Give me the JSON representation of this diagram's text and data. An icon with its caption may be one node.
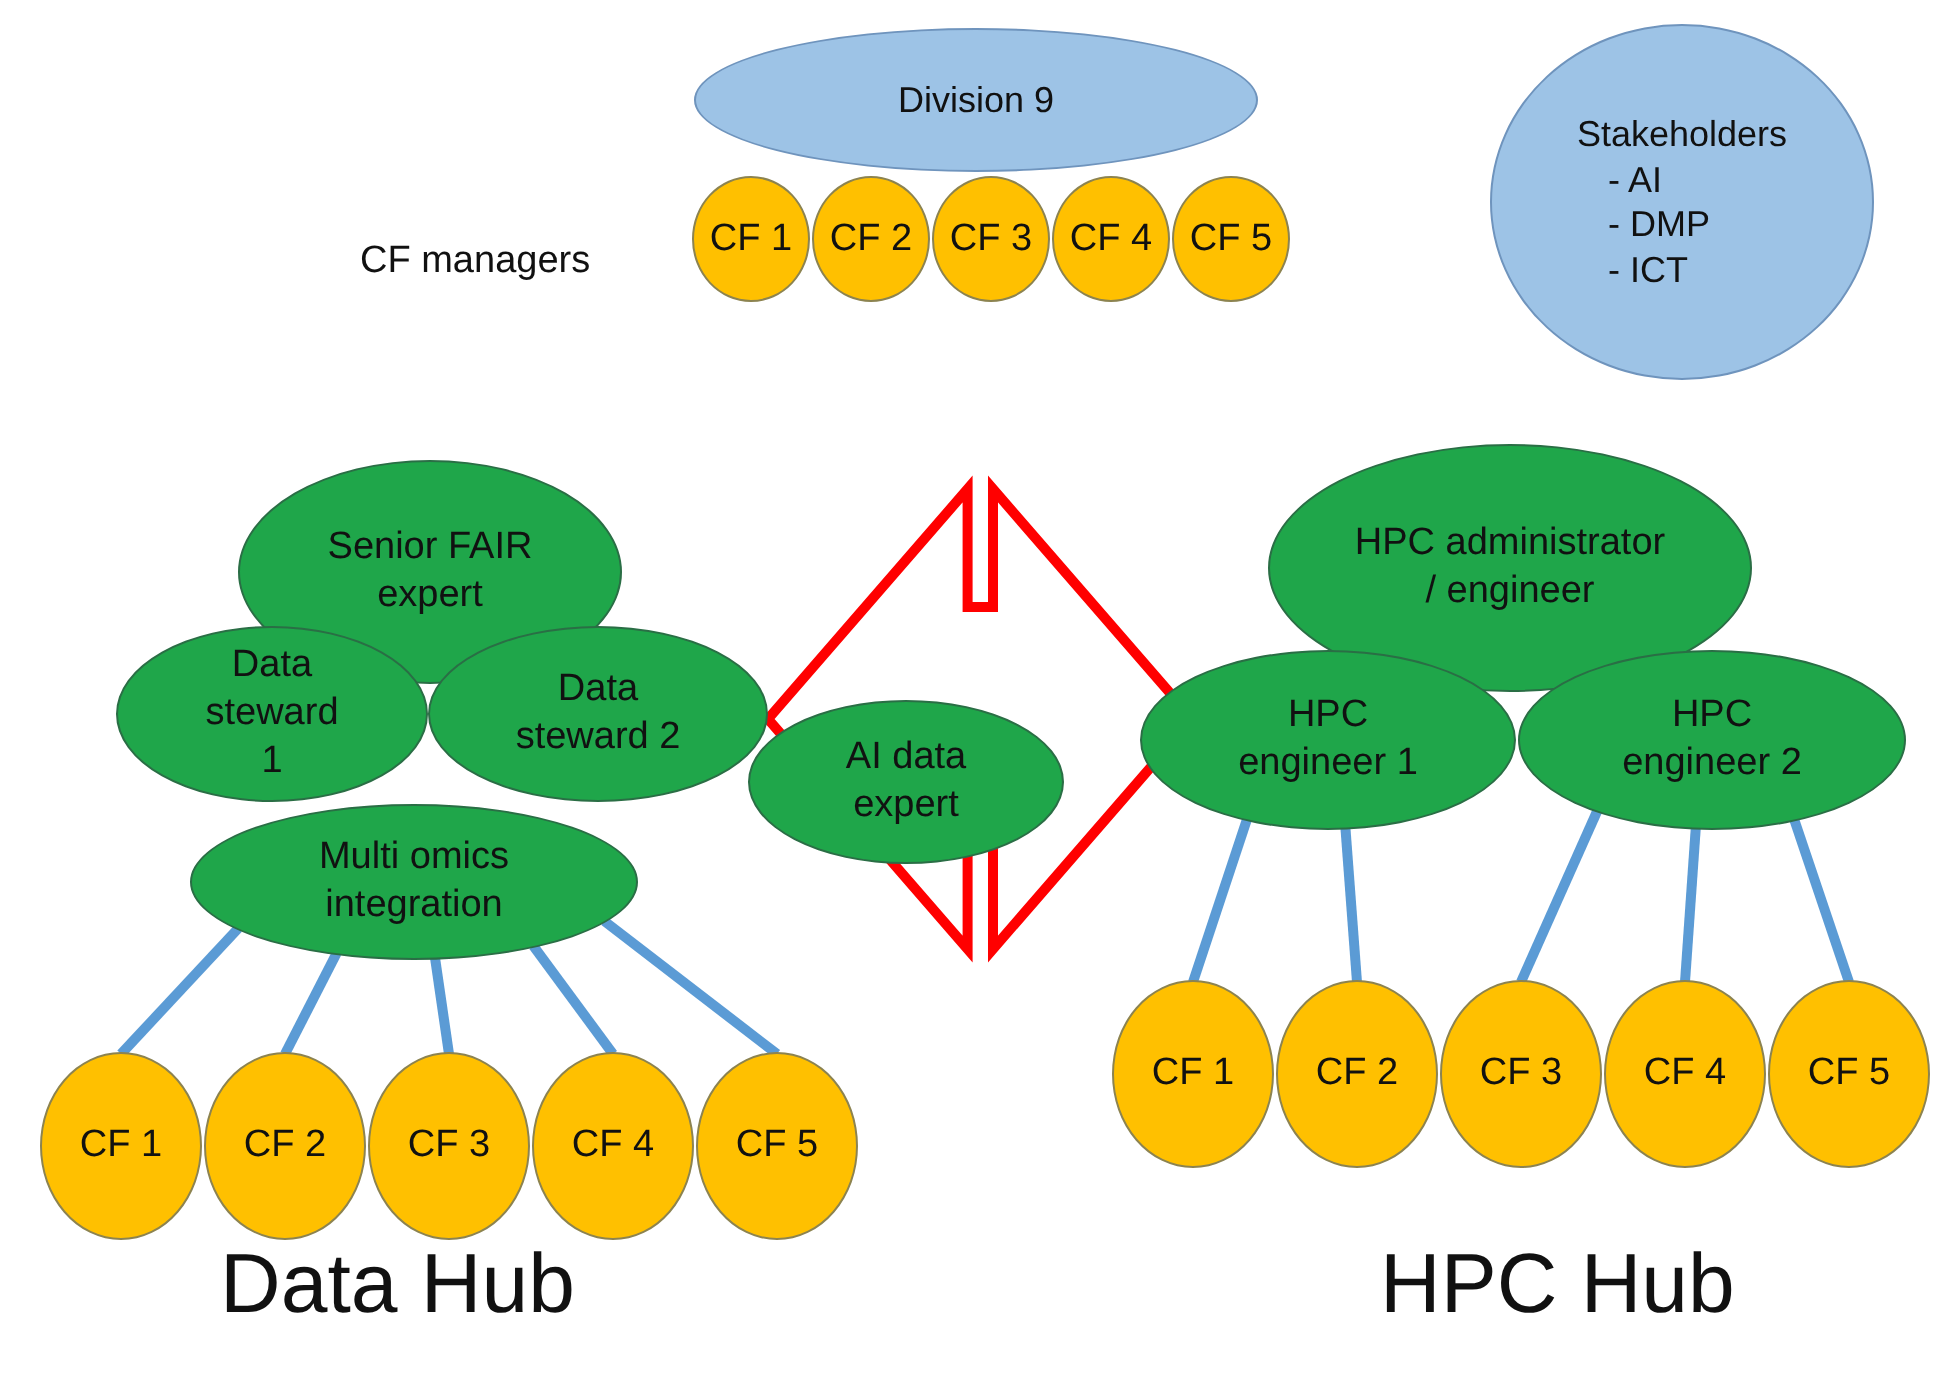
{
  "diagram": {
    "nodes": [
      {
        "text": [
          "Division 9"
        ]
      },
      {
        "text": [
          "CF 1"
        ]
      },
      {
        "text": [
          "CF 2"
        ]
      },
      {
        "text": [
          "CF 3"
        ]
      },
      {
        "text": [
          "CF 4"
        ]
      },
      {
        "text": [
          "CF 5"
        ]
      },
      {
        "text": [
          "Stakeholders",
          "- AI",
          "- DMP",
          "- ICT"
        ]
      },
      {
        "text": [
          "Senior FAIR expert"
        ]
      },
      {
        "text": [
          "Data steward 1"
        ]
      },
      {
        "text": [
          "Data steward 2"
        ]
      },
      {
        "text": [
          "AI data expert"
        ]
      },
      {
        "text": [
          "Multi omics integration"
        ]
      },
      {
        "text": [
          "CF 1"
        ]
      },
      {
        "text": [
          "CF 2"
        ]
      },
      {
        "text": [
          "CF 3"
        ]
      },
      {
        "text": [
          "CF 4"
        ]
      },
      {
        "text": [
          "CF 5"
        ]
      },
      {
        "text": [
          "HPC administrator / engineer"
        ]
      },
      {
        "text": [
          "HPC engineer 1"
        ]
      },
      {
        "text": [
          "HPC engineer 2"
        ]
      },
      {
        "text": [
          "CF 1"
        ]
      },
      {
        "text": [
          "CF 2"
        ]
      },
      {
        "text": [
          "CF 3"
        ]
      },
      {
        "text": [
          "CF 4"
        ]
      },
      {
        "text": [
          "CF 5"
        ]
      }
    ],
    "edges": [
      {
        "from": 11,
        "to": 12,
        "arrow": "none"
      },
      {
        "from": 11,
        "to": 13,
        "arrow": "none"
      },
      {
        "from": 11,
        "to": 14,
        "arrow": "none"
      },
      {
        "from": 11,
        "to": 15,
        "arrow": "none"
      },
      {
        "from": 11,
        "to": 16,
        "arrow": "none"
      },
      {
        "from": 18,
        "to": 20,
        "arrow": "none"
      },
      {
        "from": 18,
        "to": 21,
        "arrow": "none"
      },
      {
        "from": 19,
        "to": 22,
        "arrow": "none"
      },
      {
        "from": 19,
        "to": 23,
        "arrow": "none"
      },
      {
        "from": 19,
        "to": 24,
        "arrow": "none"
      },
      {
        "from": 9,
        "to": 18,
        "arrow": "both",
        "style": "thick",
        "color": "#ff0000"
      }
    ],
    "labels": [
      "CF managers",
      "Data Hub",
      "HPC Hub"
    ]
  }
}
